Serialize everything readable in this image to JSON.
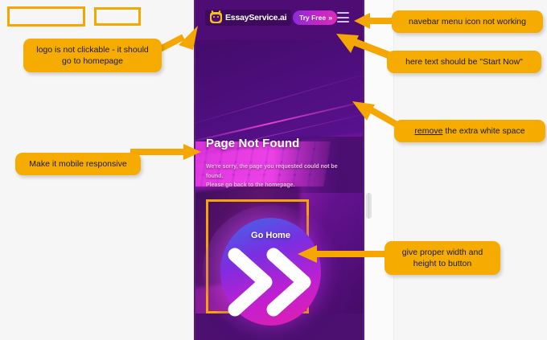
{
  "mobile_app": {
    "navbar": {
      "logo_text": "EssayService.ai",
      "logo_icon": "owl-mascot-icon",
      "cta_label": "Try Free",
      "cta_chevrons": "»",
      "menu_icon": "hamburger-menu-icon"
    },
    "content": {
      "headline": "Page Not Found",
      "body_line1": "We're sorry, the page you requested could not be found.",
      "body_line2": "Please go back to the homepage.",
      "button_label": "Go Home",
      "button_icon": "double-chevron-right-icon"
    }
  },
  "annotations": [
    {
      "id": "logo-note",
      "text": "logo is not clickable - it should go to homepage"
    },
    {
      "id": "menu-note",
      "text": "navebar menu icon not working"
    },
    {
      "id": "cta-note",
      "text": "here text should be \"Start Now\""
    },
    {
      "id": "whitespace-note",
      "text_prefix": "remove",
      "text_rest": " the extra white space"
    },
    {
      "id": "responsive-note",
      "text": "Make it mobile responsive"
    },
    {
      "id": "button-note",
      "text": "give proper width and height to button"
    }
  ],
  "colors": {
    "annotation_bg": "#f5ab00",
    "highlight_border": "#f5a700",
    "page_bg": "#f6f6f7",
    "device_purple": "#4d0d75",
    "accent_magenta": "#d92bb9"
  }
}
